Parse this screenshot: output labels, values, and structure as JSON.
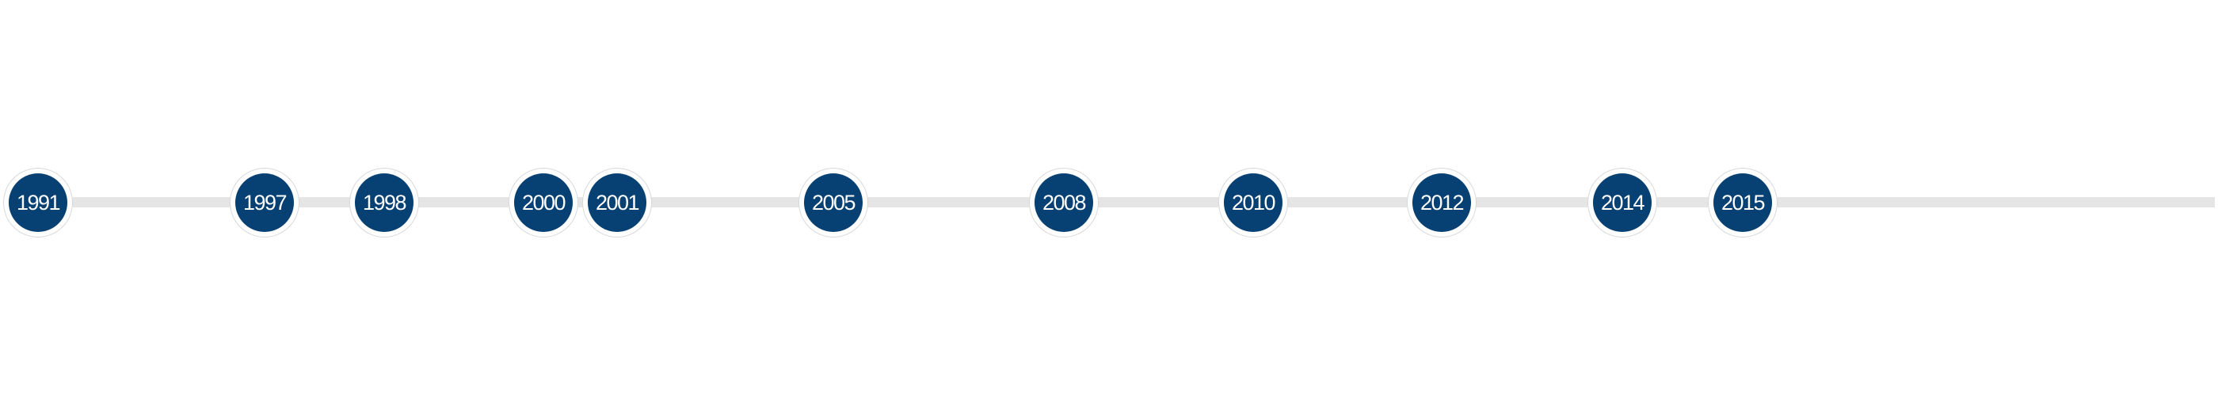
{
  "timeline": {
    "colors": {
      "track": "#e5e5e5",
      "node_fill": "#074173",
      "node_ring": "#ffffff",
      "node_border": "#d9d9d9",
      "label": "#ffffff"
    },
    "years": [
      "1991",
      "1997",
      "1998",
      "2000",
      "2001",
      "2005",
      "2008",
      "2010",
      "2012",
      "2014",
      "2015"
    ]
  }
}
